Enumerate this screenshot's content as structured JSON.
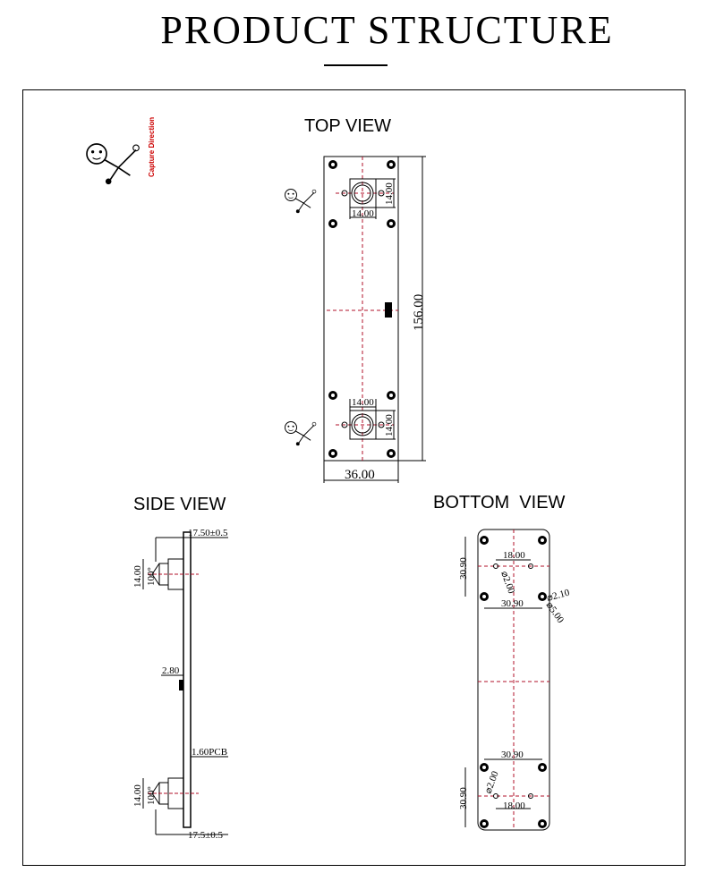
{
  "title": "PRODUCT STRUCTURE",
  "capture_direction_label": "Capture Direction",
  "views": {
    "top": {
      "label": "TOP VIEW",
      "dims": {
        "length": "156.00",
        "width": "36.00",
        "cam_w_top": "14.00",
        "cam_h_top": "14.00",
        "cam_w_bottom": "14.00",
        "cam_h_bottom": "14.00"
      }
    },
    "side": {
      "label": "SIDE VIEW",
      "dims": {
        "depth_top": "17.50±0.5",
        "depth_bottom": "17.5±0.5",
        "lens_top": "14.00",
        "lens_bottom": "14.00",
        "fov_top": "100°",
        "fov_bottom": "100°",
        "connector": "2.80",
        "pcb": "1.60PCB"
      }
    },
    "bottom": {
      "label": "BOTTOM  VIEW",
      "dims": {
        "top_offset": "30.90",
        "top_hole_span": "18.00",
        "top_mount_span": "30.90",
        "hole_small": "⌀2.00",
        "hole_mount": "⌀2.10",
        "pad": "⌀5.00",
        "bottom_mount_span": "30.90",
        "bottom_hole_span": "18.00",
        "bottom_offset": "30.90",
        "hole_small_bottom": "⌀2.00"
      }
    }
  },
  "colors": {
    "line": "#000000",
    "centerline": "#b0102a"
  }
}
